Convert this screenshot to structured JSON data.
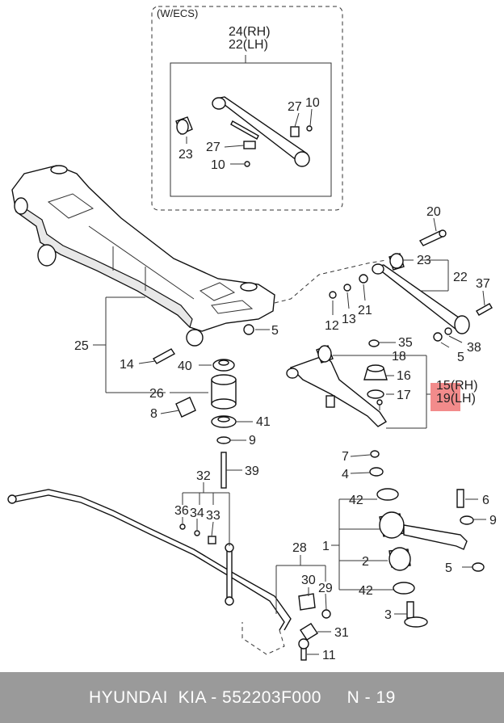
{
  "inset": {
    "title": "(W/ECS)"
  },
  "labels": {
    "l24": "24(RH)",
    "l22_lh": "22(LH)",
    "l27a": "27",
    "l10a": "10",
    "l23a": "23",
    "l27b": "27",
    "l10b": "10",
    "l20": "20",
    "l23b": "23",
    "l22": "22",
    "l37": "37",
    "l12": "12",
    "l13": "13",
    "l21": "21",
    "l5a": "5",
    "l38": "38",
    "l5b": "5",
    "l35": "35",
    "l18": "18",
    "l16": "16",
    "l15": "15(RH)",
    "l19": "19(LH)",
    "l17": "17",
    "l25": "25",
    "l14": "14",
    "l40": "40",
    "l26": "26",
    "l8": "8",
    "l41": "41",
    "l9a": "9",
    "l32": "32",
    "l39": "39",
    "l36": "36",
    "l34": "34",
    "l33": "33",
    "l7": "7",
    "l4": "4",
    "l42a": "42",
    "l6": "6",
    "l9b": "9",
    "l1": "1",
    "l2": "2",
    "l5c": "5",
    "l42b": "42",
    "l3": "3",
    "l28": "28",
    "l30": "30",
    "l29": "29",
    "l31": "31",
    "l11": "11"
  },
  "highlight_color": "#f28b8b",
  "footer": {
    "text": "HYUNDAI  KIA - 552203F000     N - 19",
    "bg": "#9a9a9a"
  }
}
